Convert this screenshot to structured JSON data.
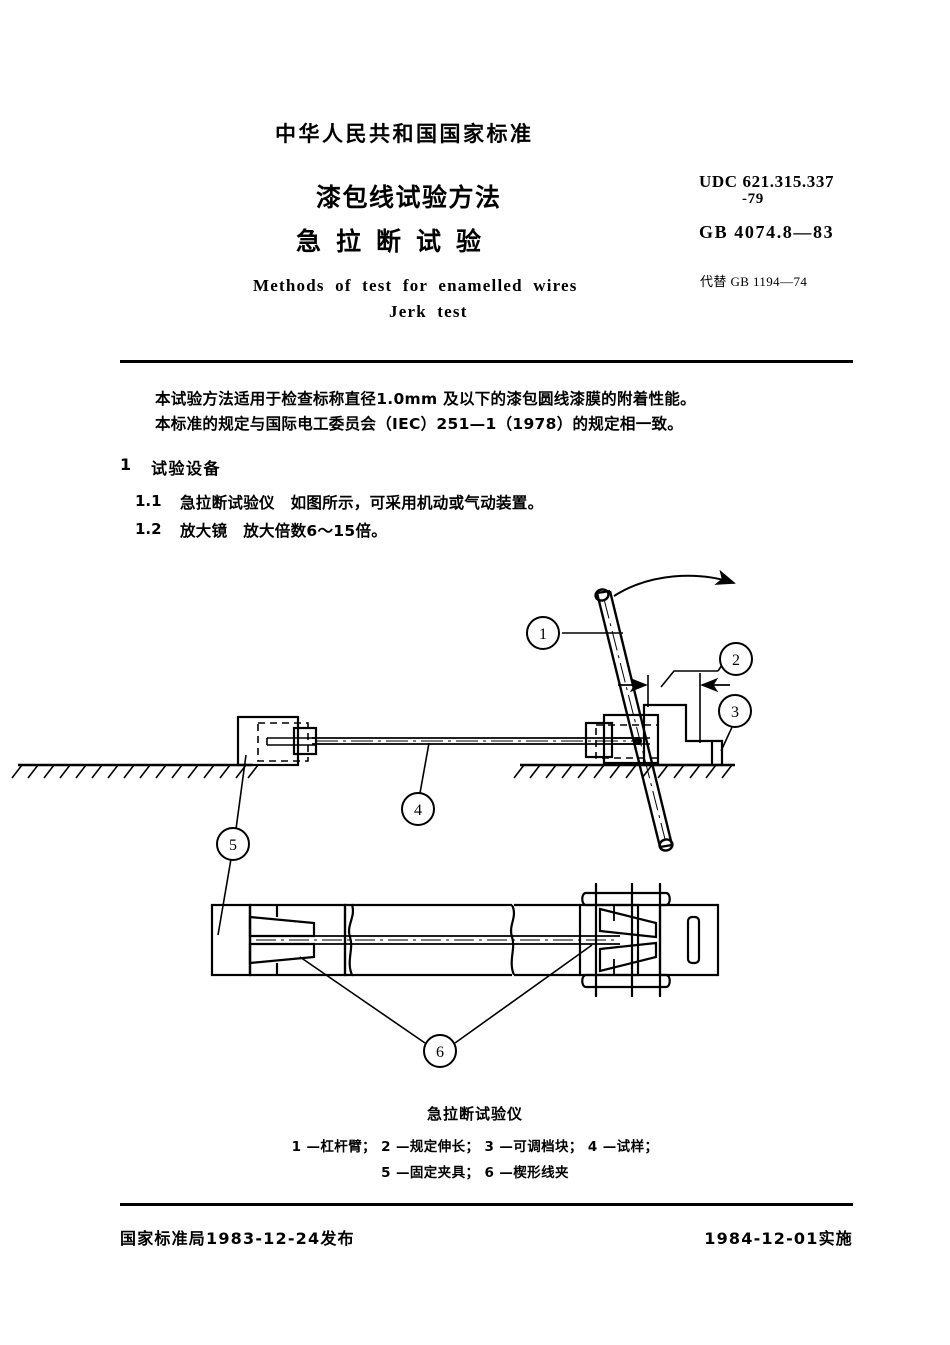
{
  "header": {
    "national_standard": "中华人民共和国国家标准",
    "title_cn_line1": "漆包线试验方法",
    "title_cn_line2": "急拉断试验",
    "title_en_line1": "Methods of test for enamelled wires",
    "title_en_line2": "Jerk test",
    "udc_line1": "UDC 621.315.337",
    "udc_line2": "-79",
    "gb_number": "GB 4074.8—83",
    "replaces": "代替 GB 1194—74"
  },
  "body": {
    "scope_line1": "本试验方法适用于检查标称直径1.0mm 及以下的漆包圆线漆膜的附着性能。",
    "scope_line2": "本标准的规定与国际电工委员会（IEC）251—1（1978）的规定相一致。",
    "section_1_number": "1",
    "section_1_title": "试验设备",
    "item_1_1_number": "1.1",
    "item_1_1_text": "急拉断试验仪　如图所示，可采用机动或气动装置。",
    "item_1_2_number": "1.2",
    "item_1_2_text": "放大镜　放大倍数6～15倍。"
  },
  "figure": {
    "caption": "急拉断试验仪",
    "legend_line1": "1 —杠杆臂；  2 —规定伸长；  3 —可调档块；  4 —试样；",
    "legend_line2": "5 —固定夹具；  6 —楔形线夹",
    "callouts": [
      {
        "number": "1",
        "label": "杠杆臂"
      },
      {
        "number": "2",
        "label": "规定伸长"
      },
      {
        "number": "3",
        "label": "可调档块"
      },
      {
        "number": "4",
        "label": "试样"
      },
      {
        "number": "5",
        "label": "固定夹具"
      },
      {
        "number": "6",
        "label": "楔形线夹"
      }
    ]
  },
  "footer": {
    "issued": "国家标准局1983-12-24发布",
    "effective": "1984-12-01实施"
  },
  "colors": {
    "ink": "#000000",
    "paper": "#ffffff"
  }
}
